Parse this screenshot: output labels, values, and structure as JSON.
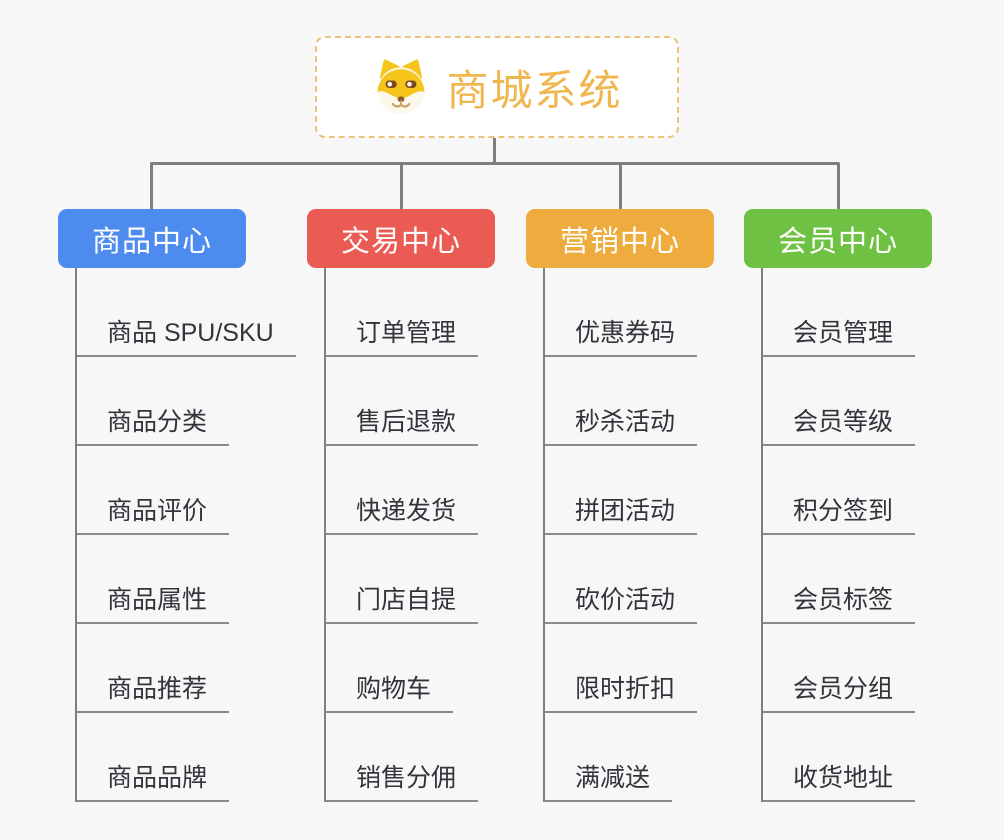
{
  "root": {
    "label": "商城系统",
    "icon": "dog-face-icon",
    "text_color": "#f0b64f",
    "border_color": "#ecc27c"
  },
  "connector_color": "#7f7f7f",
  "background_color": "#f7f7f7",
  "branches": [
    {
      "label": "商品中心",
      "color": "#4e8bef",
      "items": [
        "商品 SPU/SKU",
        "商品分类",
        "商品评价",
        "商品属性",
        "商品推荐",
        "商品品牌"
      ]
    },
    {
      "label": "交易中心",
      "color": "#ea5b53",
      "items": [
        "订单管理",
        "售后退款",
        "快递发货",
        "门店自提",
        "购物车",
        "销售分佣"
      ]
    },
    {
      "label": "营销中心",
      "color": "#edac3d",
      "items": [
        "优惠券码",
        "秒杀活动",
        "拼团活动",
        "砍价活动",
        "限时折扣",
        "满减送"
      ]
    },
    {
      "label": "会员中心",
      "color": "#6fc143",
      "items": [
        "会员管理",
        "会员等级",
        "积分签到",
        "会员标签",
        "会员分组",
        "收货地址"
      ]
    }
  ]
}
